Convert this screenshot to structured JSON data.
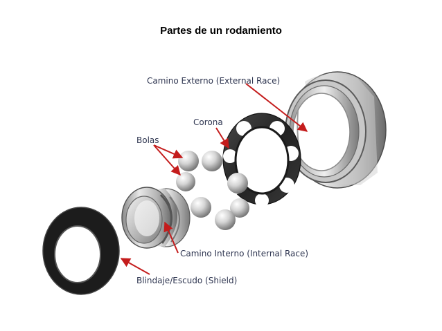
{
  "title": "Partes de un rodamiento",
  "labels": {
    "external_race": "Camino Externo (External Race)",
    "cage": "Corona",
    "balls": "Bolas",
    "internal_race": "Camino Interno (Internal Race)",
    "shield": "Blindaje/Escudo (Shield)"
  },
  "colors": {
    "arrow": "#c41c1c",
    "label_text": "#2e3550",
    "metal_light": "#e4e4e4",
    "metal_dark": "#5a5a5a",
    "shield": "#1c1c1c"
  }
}
